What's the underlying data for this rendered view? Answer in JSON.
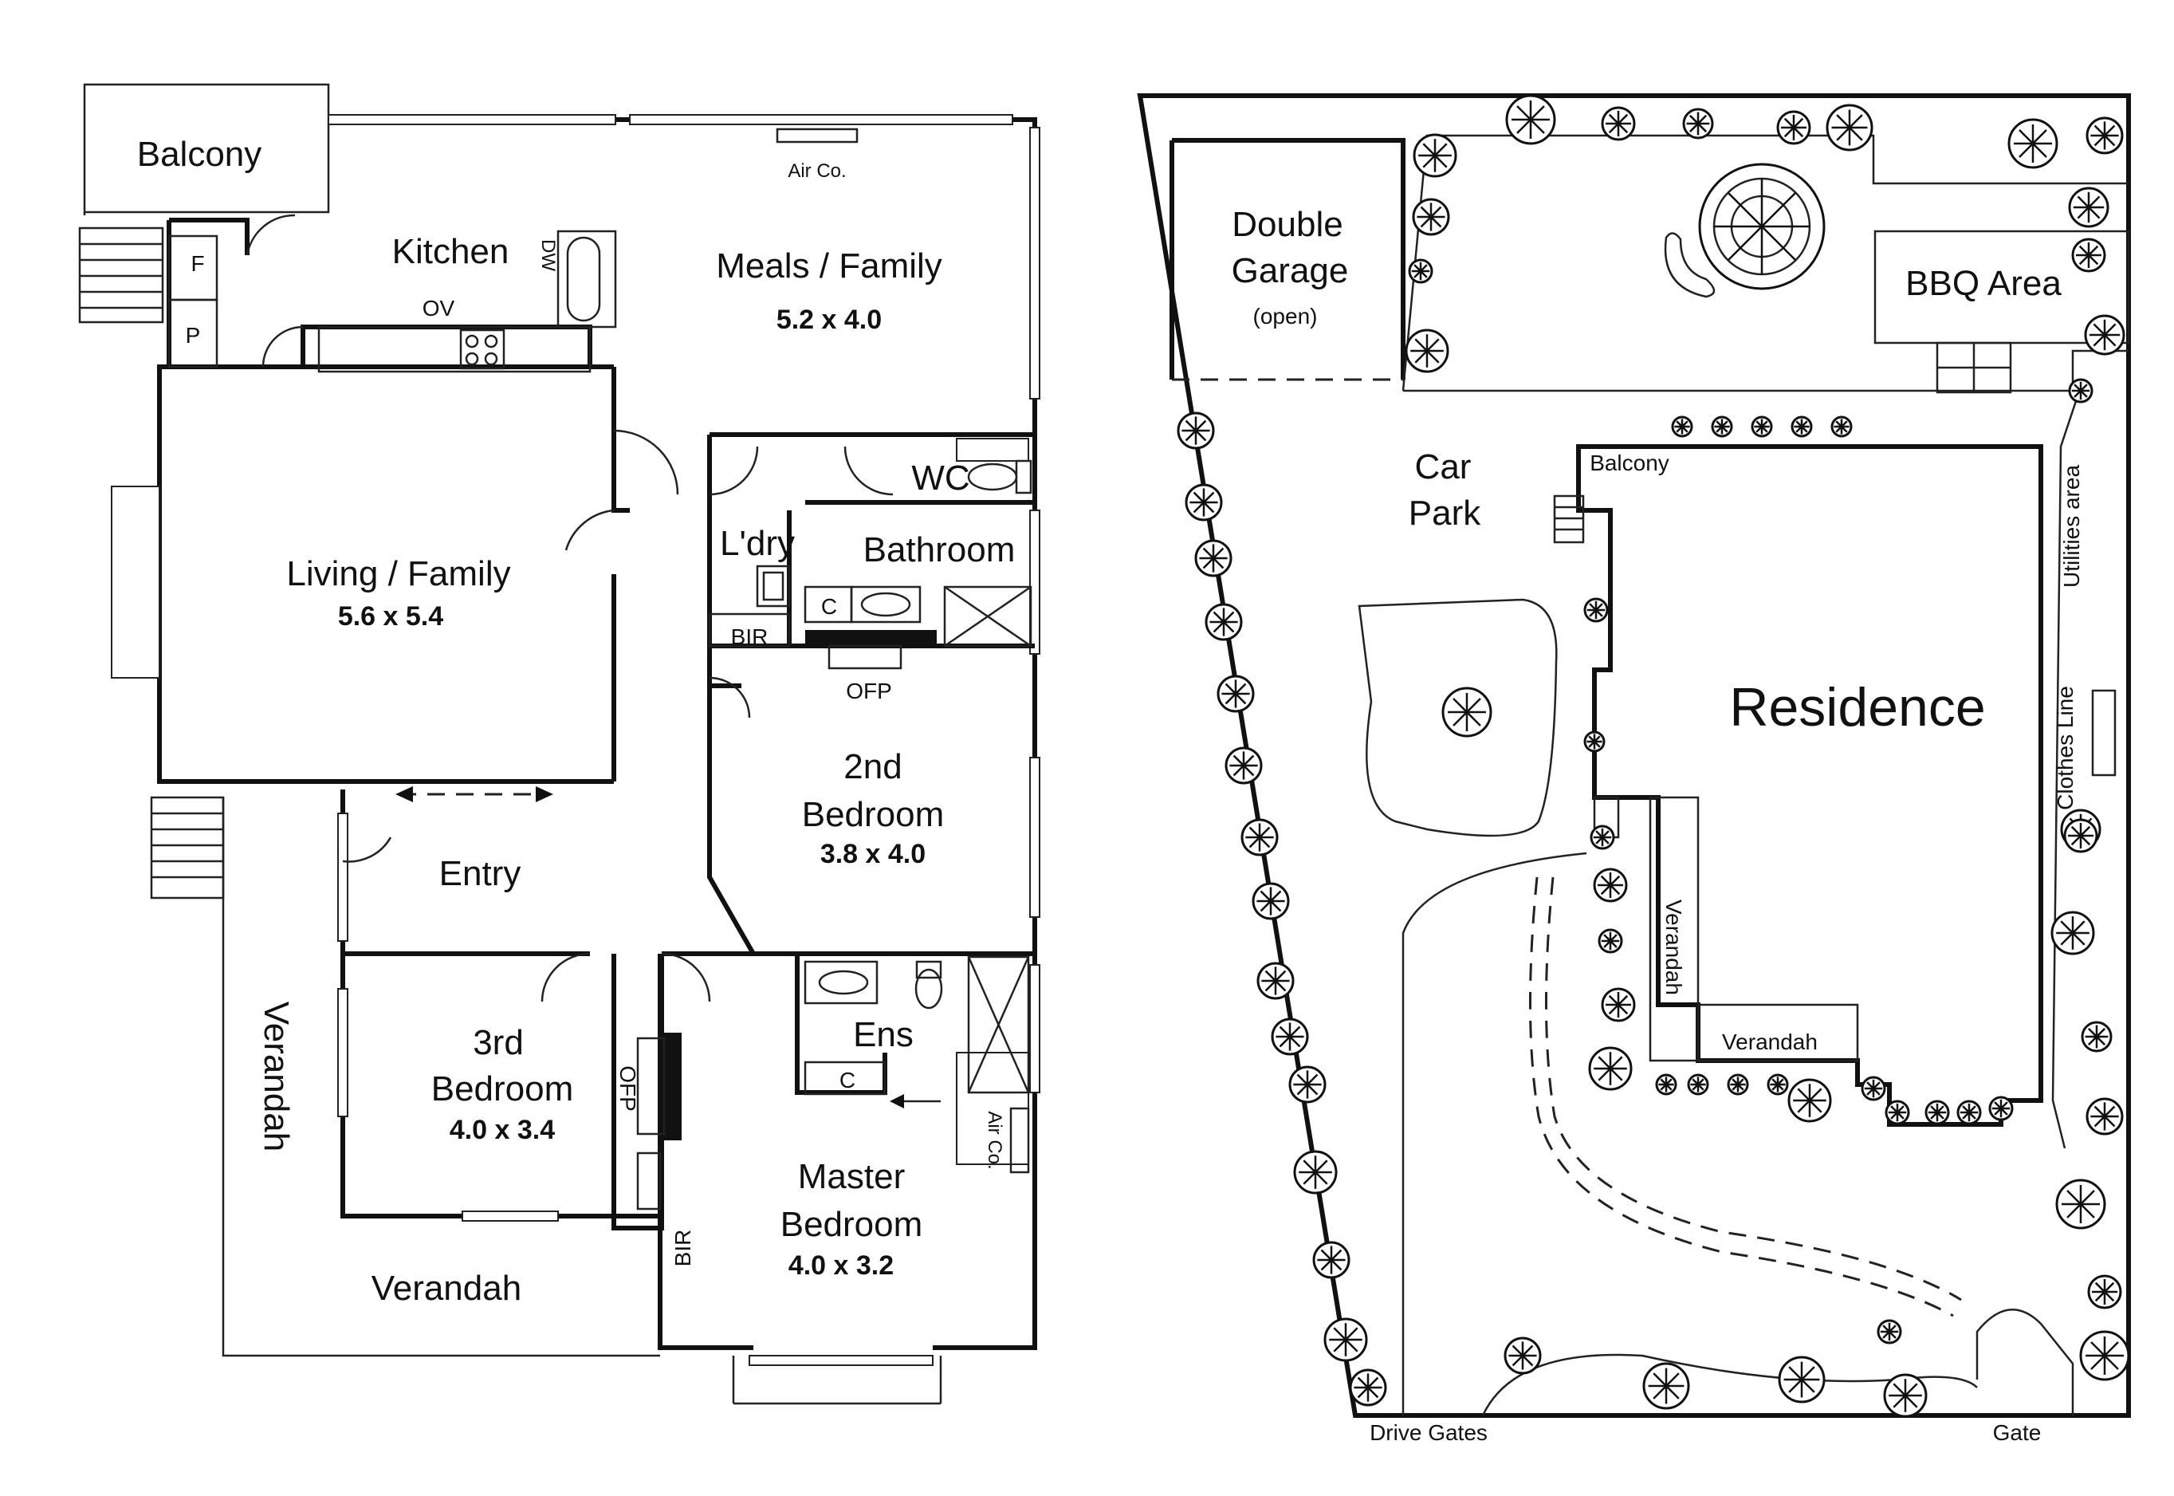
{
  "floor_plan": {
    "balcony": "Balcony",
    "pantry_f": "F",
    "pantry_p": "P",
    "kitchen": "Kitchen",
    "dw": "DW",
    "ov": "OV",
    "air_co_top": "Air Co.",
    "meals_family": "Meals / Family",
    "meals_family_size": "5.2 x 4.0",
    "wc": "WC",
    "living_family": "Living / Family",
    "living_family_size": "5.6 x 5.4",
    "laundry": "L'dry",
    "bathroom": "Bathroom",
    "c_bath": "C",
    "bir_hall": "BIR",
    "ofp_top": "OFP",
    "second_bedroom": "2nd Bedroom",
    "second_bedroom_line1": "2nd",
    "second_bedroom_line2": "Bedroom",
    "second_bedroom_size": "3.8 x 4.0",
    "entry": "Entry",
    "verandah_side": "Verandah",
    "third_bedroom_line1": "3rd",
    "third_bedroom_line2": "Bedroom",
    "third_bedroom_size": "4.0 x 3.4",
    "ofp_side": "OFP",
    "ensuite": "Ens",
    "c_ens": "C",
    "air_co_side": "Air Co.",
    "master_bedroom_line1": "Master",
    "master_bedroom_line2": "Bedroom",
    "master_bedroom_size": "4.0 x 3.2",
    "bir_master": "BIR",
    "verandah_front": "Verandah"
  },
  "site_plan": {
    "double_garage_line1": "Double",
    "double_garage_line2": "Garage",
    "double_garage_note": "(open)",
    "bbq_area": "BBQ Area",
    "car_park_line1": "Car",
    "car_park_line2": "Park",
    "balcony": "Balcony",
    "utilities_area": "Utilities area",
    "residence": "Residence",
    "clothes_line": "Clothes Line",
    "verandah_side": "Verandah",
    "verandah_front": "Verandah",
    "drive_gates": "Drive Gates",
    "gate": "Gate"
  }
}
